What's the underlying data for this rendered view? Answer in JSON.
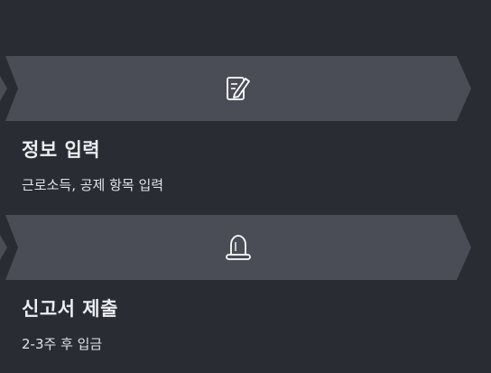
{
  "steps": [
    {
      "icon": "document-edit-icon",
      "title": "정보 입력",
      "description": "근로소득, 공제 항목 입력"
    },
    {
      "icon": "siren-icon",
      "title": "신고서 제출",
      "description": "2-3주 후 입금"
    }
  ],
  "colors": {
    "background": "#292c33",
    "banner": "#4a4d55",
    "icon": "#ffffff",
    "text": "#eceef1"
  }
}
